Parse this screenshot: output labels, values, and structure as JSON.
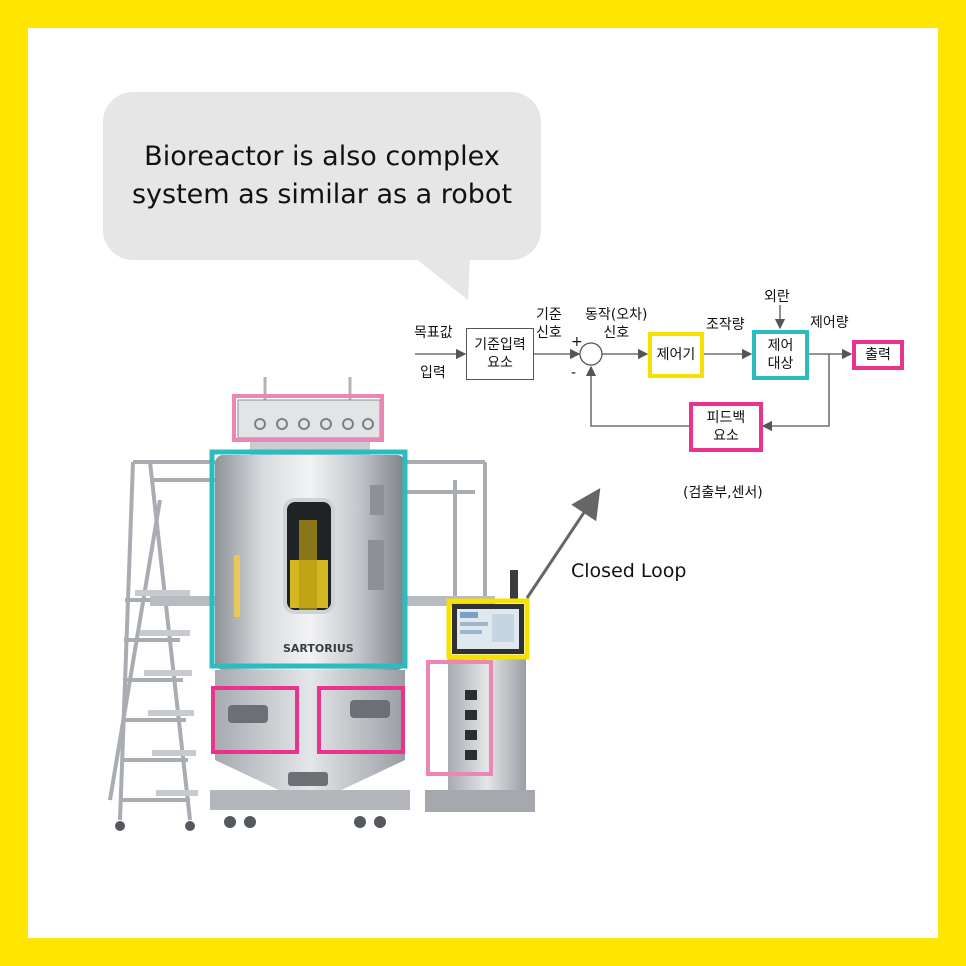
{
  "bubble": {
    "line1": "Bioreactor is also complex",
    "line2": "system as similar as a robot"
  },
  "diagram": {
    "target_value": "목표값",
    "input": "입력",
    "ref_input_element": "기준입력\n요소",
    "ref_signal": "기준\n신호",
    "plus": "+",
    "minus": "-",
    "actuating_signal": "동작(오차)\n신호",
    "controller": "제어기",
    "manipulated_variable": "조작량",
    "disturbance": "외란",
    "plant": "제어\n대상",
    "controlled_variable": "제어량",
    "output": "출력",
    "feedback_element": "피드백\n요소",
    "feedback_note": "(검출부,센서)"
  },
  "closed_loop_label": "Closed Loop",
  "machine": {
    "brand": "SARTORIUS"
  },
  "colors": {
    "frame": "#ffe500",
    "bubble": "#e6e6e6",
    "yellow": "#f5e200",
    "teal": "#2cbcbf",
    "pink": "#e8338f",
    "light_pink": "#ec86b4"
  }
}
